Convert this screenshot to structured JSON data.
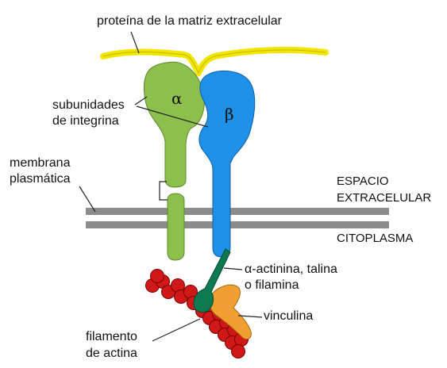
{
  "labels": {
    "ecm_protein": "proteína de la matriz extracelular",
    "integrin_line1": "subunidades",
    "integrin_line2": "de integrina",
    "membrane_line1": "membrana",
    "membrane_line2": "plasmática",
    "extracellular_line1": "ESPACIO",
    "extracellular_line2": "EXTRACELULAR",
    "cytoplasm": "CITOPLASMA",
    "linker_line1": "α-actinina, talina",
    "linker_line2": "o filamina",
    "vinculin": "vinculina",
    "actin_line1": "filamento",
    "actin_line2": "de actina",
    "alpha": "α",
    "beta": "β"
  },
  "colors": {
    "ecm": "#f2e600",
    "alpha_subunit": "#8cbf4b",
    "beta_subunit": "#1e90e8",
    "membrane": "#8c8c8c",
    "linker": "#0d7a50",
    "vinculin": "#f0a030",
    "actin": "#d01818"
  }
}
